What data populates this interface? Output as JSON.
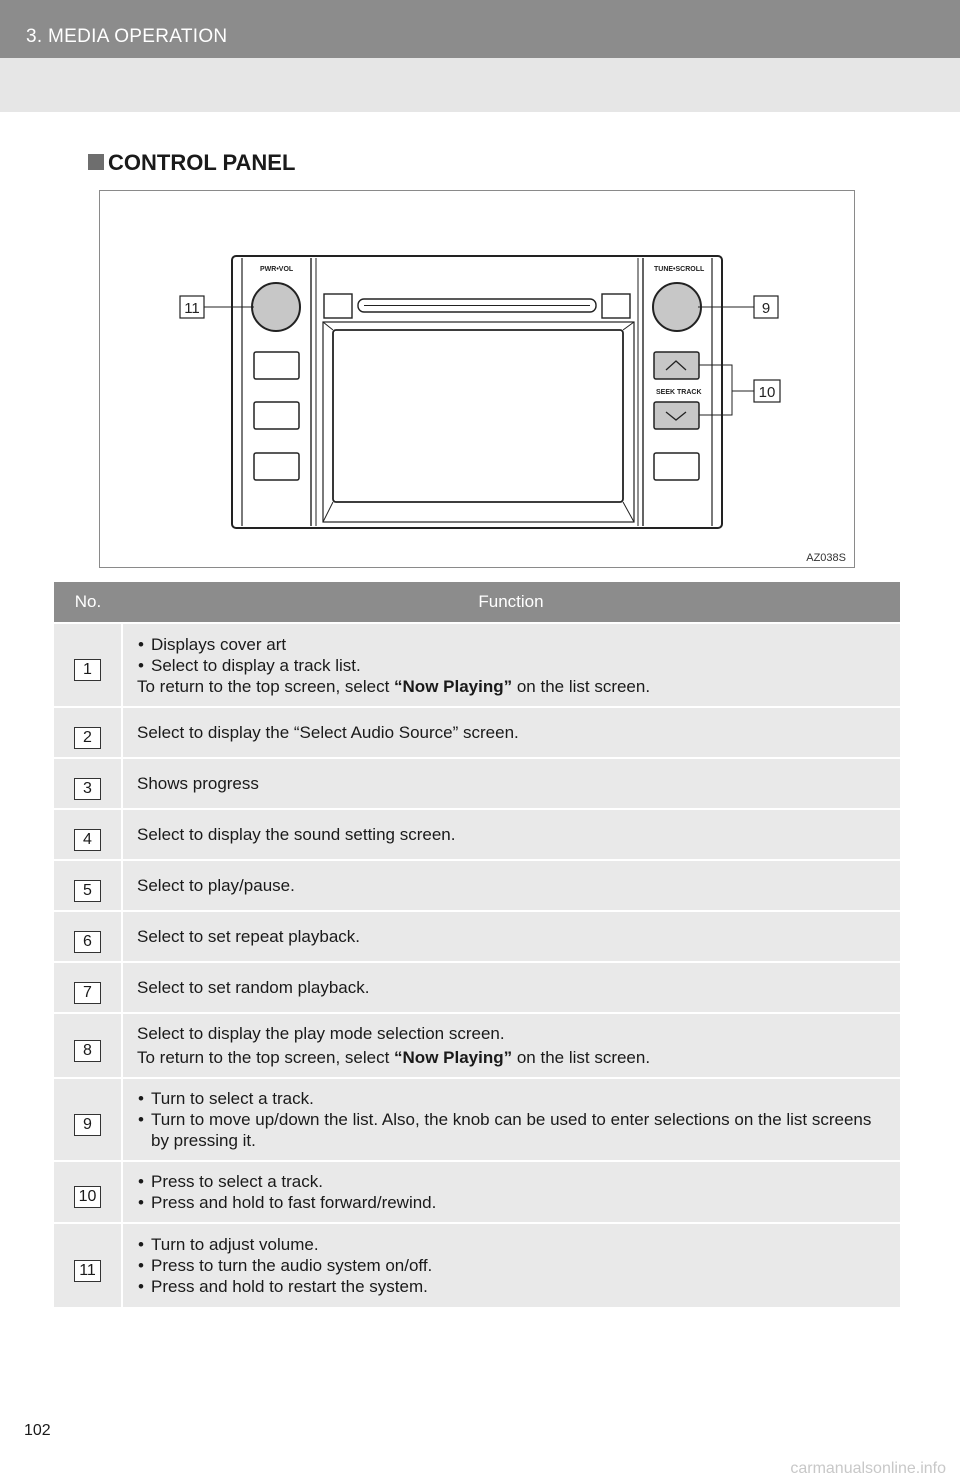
{
  "header": {
    "title": "3. MEDIA OPERATION"
  },
  "section": {
    "heading": "CONTROL PANEL"
  },
  "figure": {
    "labels": {
      "pwr_vol": "PWR•VOL",
      "tune_scroll": "TUNE•SCROLL",
      "seek_track": "SEEK TRACK"
    },
    "callouts": {
      "left": "11",
      "right_top": "9",
      "right_mid": "10"
    },
    "code": "AZ038S"
  },
  "table": {
    "headers": {
      "no": "No.",
      "function": "Function"
    },
    "rows": [
      {
        "no": "1",
        "bullets": [
          "Displays cover art",
          "Select to display a track list."
        ],
        "line_pre": "To return to the top screen, select ",
        "line_bold": "“Now Playing”",
        "line_post": " on the list screen."
      },
      {
        "no": "2",
        "text": "Select to display the “Select Audio Source” screen."
      },
      {
        "no": "3",
        "text": "Shows progress"
      },
      {
        "no": "4",
        "text": "Select to display the sound setting screen."
      },
      {
        "no": "5",
        "text": "Select to play/pause."
      },
      {
        "no": "6",
        "text": "Select to set repeat playback."
      },
      {
        "no": "7",
        "text": "Select to set random playback."
      },
      {
        "no": "8",
        "text": "Select to display the play mode selection screen.",
        "line_pre": "To return to the top screen, select ",
        "line_bold": "“Now Playing”",
        "line_post": " on the list screen."
      },
      {
        "no": "9",
        "bullets": [
          "Turn to select a track.",
          "Turn to move up/down the list. Also, the knob can be used to enter selections on the list screens by pressing it."
        ]
      },
      {
        "no": "10",
        "bullets": [
          "Press to select a track.",
          "Press and hold to fast forward/rewind."
        ]
      },
      {
        "no": "11",
        "bullets": [
          "Turn to adjust volume.",
          "Press to turn the audio system on/off.",
          "Press and hold to restart the system."
        ]
      }
    ]
  },
  "footer": {
    "page_number": "102",
    "watermark": "carmanualsonline.info"
  }
}
